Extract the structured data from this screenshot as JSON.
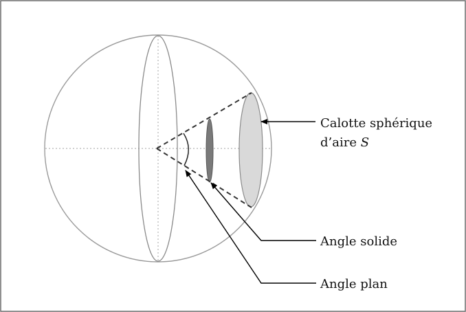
{
  "diagram": {
    "title": "",
    "labels": {
      "calotte_line1": "Calotte sphérique",
      "calotte_line2_prefix": "d’aire ",
      "calotte_line2_symbol": "S",
      "angle_solide": "Angle solide",
      "angle_plan": "Angle plan"
    },
    "colors": {
      "frame": "#6b6b6b",
      "sphere_outline": "#9a9a9a",
      "axis_dotted": "#b5b5b5",
      "cone_dashed": "#333333",
      "small_disc_fill": "#7a7a7a",
      "cap_fill": "#d9d9d9",
      "arrow": "#000000",
      "text": "#111111"
    }
  }
}
